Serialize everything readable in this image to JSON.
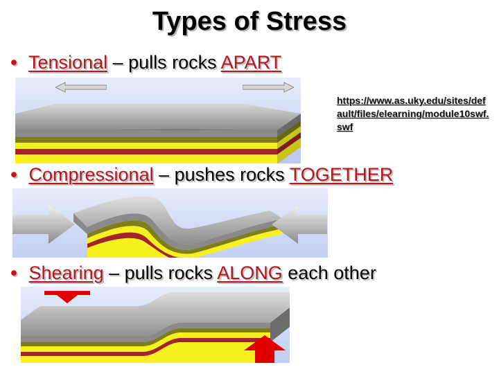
{
  "slide": {
    "title": "Types of Stress",
    "bullets": [
      {
        "term": "Tensional",
        "sep": " – pulls rocks ",
        "emph": "APART",
        "tail": ""
      },
      {
        "term": "Compressional",
        "sep": " – pushes rocks ",
        "emph": "TOGETHER",
        "tail": ""
      },
      {
        "term": "Shearing",
        "sep": " – pulls rocks ",
        "emph": "ALONG",
        "tail": " each other"
      }
    ],
    "source_link": "https://www.as.uky.edu/sites/default/files/elearning/module10swf.swf"
  },
  "colors": {
    "bullet": "#cc1111",
    "highlight": "#b0171e",
    "sky": "#c7d3f5",
    "rock_gray": "#9a9a9a",
    "layer_green": "#7f7f1a",
    "layer_yellow": "#f5f01e",
    "layer_red": "#a3242b",
    "arrow_red": "#e00000"
  },
  "icons": [
    "left-arrow-icon",
    "right-arrow-icon",
    "down-arrow-icon",
    "up-arrow-icon"
  ]
}
